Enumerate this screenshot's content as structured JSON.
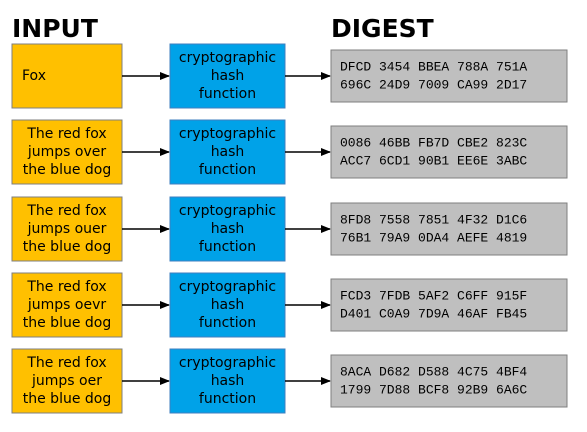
{
  "headers": {
    "input": "INPUT",
    "digest": "DIGEST"
  },
  "colors": {
    "input_fill": "#FFC000",
    "hash_fill": "#00A2E8",
    "digest_fill": "#BFBFBF",
    "arrow": "#000000"
  },
  "hash_function_lines": [
    "cryptographic",
    "hash",
    "function"
  ],
  "rows": [
    {
      "input_lines": [
        "Fox"
      ],
      "digest_lines": [
        "DFCD 3454 BBEA 788A 751A",
        "696C 24D9 7009 CA99 2D17"
      ]
    },
    {
      "input_lines": [
        "The red fox",
        "jumps over",
        "the blue dog"
      ],
      "digest_lines": [
        "0086 46BB FB7D CBE2 823C",
        "ACC7 6CD1 90B1 EE6E 3ABC"
      ]
    },
    {
      "input_lines": [
        "The red fox",
        "jumps ouer",
        "the blue dog"
      ],
      "digest_lines": [
        "8FD8 7558 7851 4F32 D1C6",
        "76B1 79A9 0DA4 AEFE 4819"
      ]
    },
    {
      "input_lines": [
        "The red fox",
        "jumps oevr",
        "the blue dog"
      ],
      "digest_lines": [
        "FCD3 7FDB 5AF2 C6FF 915F",
        "D401 C0A9 7D9A 46AF FB45"
      ]
    },
    {
      "input_lines": [
        "The red fox",
        "jumps oer",
        "the blue dog"
      ],
      "digest_lines": [
        "8ACA D682 D588 4C75 4BF4",
        "1799 7D88 BCF8 92B9 6A6C"
      ]
    }
  ]
}
